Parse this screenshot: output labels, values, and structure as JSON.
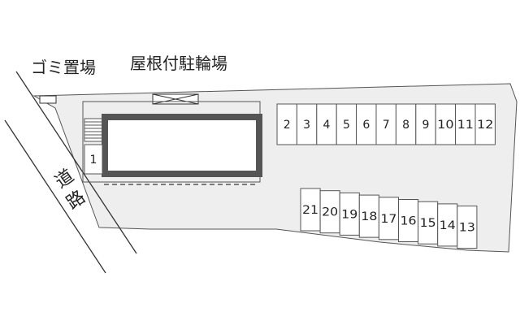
{
  "labels": {
    "garbage": "ゴミ置場",
    "bike_shelter": "屋根付駐輪場",
    "road_1": "道",
    "road_2": "路"
  },
  "parking": {
    "row_top": [
      "2",
      "3",
      "4",
      "5",
      "6",
      "7",
      "8",
      "9",
      "10",
      "11",
      "12"
    ],
    "row_bottom": [
      "21",
      "20",
      "19",
      "18",
      "17",
      "16",
      "15",
      "14",
      "13"
    ],
    "single": "1"
  },
  "colors": {
    "lot": "#eeeeee",
    "outline": "#555555",
    "building_border": "#555555"
  }
}
